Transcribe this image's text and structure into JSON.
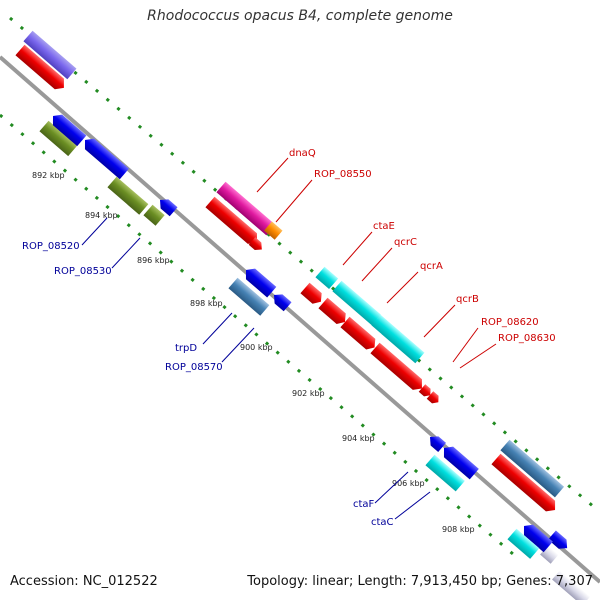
{
  "title": "Rhodococcus opacus B4, complete genome",
  "accession": "Accession: NC_012522",
  "summary": "Topology: linear; Length: 7,913,450 bp; Genes: 7,307",
  "colors": {
    "backbone": "#999999",
    "tick_track": "#228B22",
    "forward_label": "#cc0000",
    "reverse_label": "#000099"
  },
  "scale_ticks": [
    "892 kbp",
    "894 kbp",
    "896 kbp",
    "898 kbp",
    "900 kbp",
    "902 kbp",
    "904 kbp",
    "906 kbp",
    "908 kbp"
  ],
  "forward_labels": [
    "dnaQ",
    "ROP_08550",
    "ctaE",
    "qcrC",
    "qcrA",
    "qcrB",
    "ROP_08620",
    "ROP_08630"
  ],
  "reverse_labels": [
    "ROP_08520",
    "ROP_08530",
    "trpD",
    "ROP_08570",
    "ctaF",
    "ctaC"
  ]
}
